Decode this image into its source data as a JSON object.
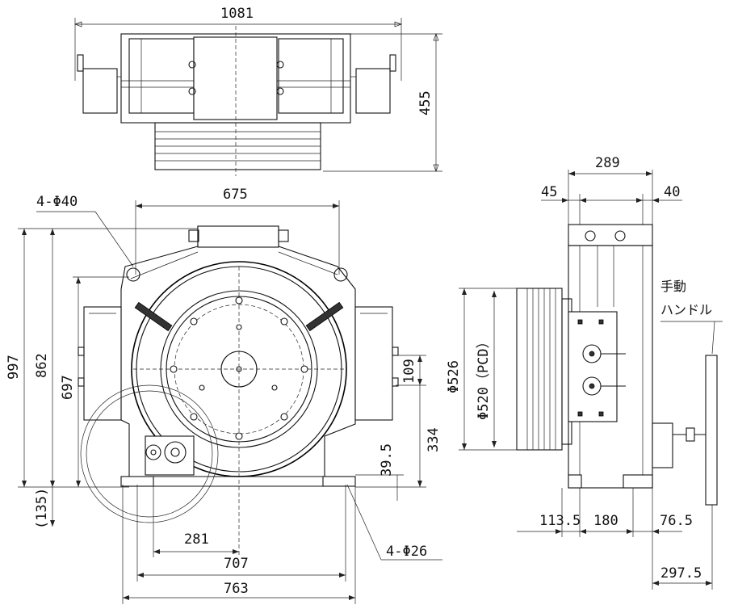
{
  "top_view": {
    "width_dim": "1081",
    "height_dim": "455"
  },
  "front_view": {
    "mount_hole_top": "4-Φ40",
    "top_hole_span": "675",
    "overall_height": "997",
    "height_862": "862",
    "height_697": "697",
    "bottom_offset": "(135)",
    "dim_109": "109",
    "dim_334": "334",
    "dim_39_5": "39.5",
    "dim_281": "281",
    "dim_707": "707",
    "dim_763": "763",
    "mount_hole_bottom": "4-Φ26"
  },
  "side_view": {
    "width_289": "289",
    "dim_45": "45",
    "dim_40": "40",
    "sheave_dia": "Φ526",
    "pcd": "Φ520（PCD）",
    "manual_handle_line1": "手動",
    "manual_handle_line2": "ハンドル",
    "dim_113_5": "113.5",
    "dim_180": "180",
    "dim_76_5": "76.5",
    "dim_297_5": "297.5"
  }
}
